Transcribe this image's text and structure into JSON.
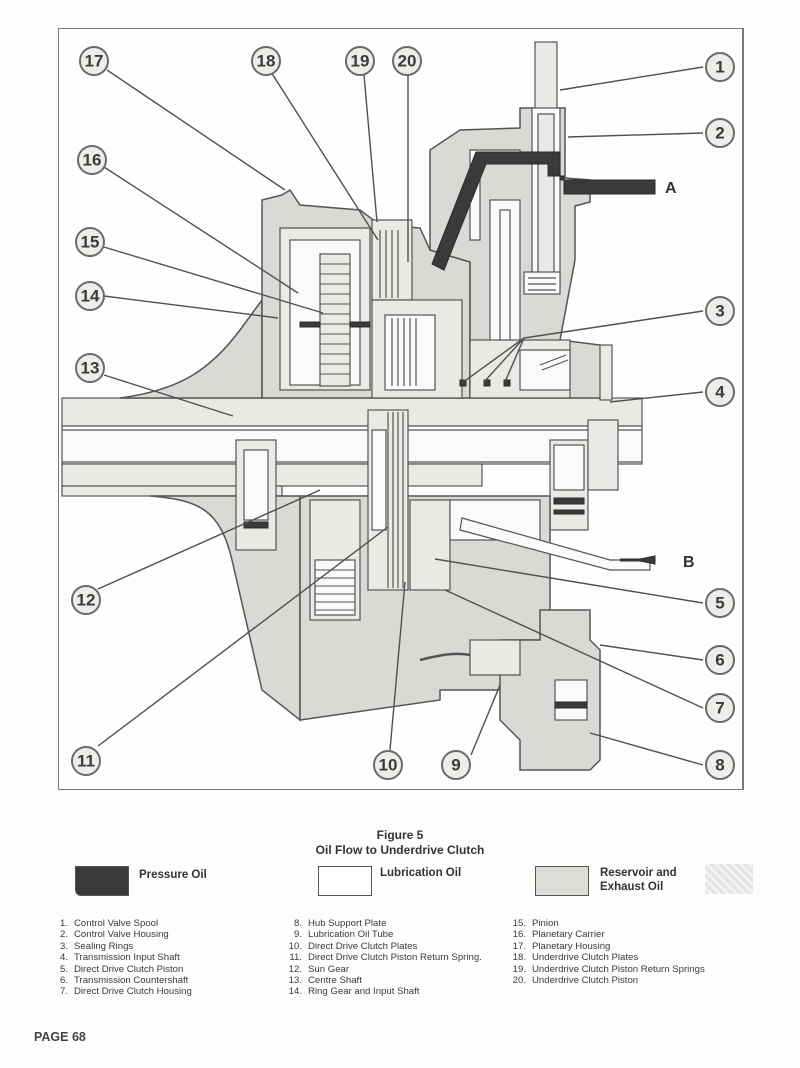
{
  "figure": {
    "number_label": "Figure 5",
    "title": "Oil Flow to Underdrive Clutch",
    "flow_markers": [
      {
        "id": "A",
        "label": "A",
        "oil_type": "Pressure Oil"
      },
      {
        "id": "B",
        "label": "B",
        "oil_type": "Lubrication Oil"
      }
    ],
    "callouts": [
      "1",
      "2",
      "3",
      "4",
      "5",
      "6",
      "7",
      "8",
      "9",
      "10",
      "11",
      "12",
      "13",
      "14",
      "15",
      "16",
      "17",
      "18",
      "19",
      "20"
    ]
  },
  "legend": {
    "items": [
      {
        "label": "Pressure Oil",
        "color": "#3a3a3a"
      },
      {
        "label": "Lubrication Oil",
        "color": "#ffffff"
      },
      {
        "label_line1": "Reservoir and",
        "label_line2": "Exhaust Oil",
        "color": "#dcdcd9"
      }
    ]
  },
  "parts": {
    "column1": [
      {
        "num": "1.",
        "name": "Control Valve Spool"
      },
      {
        "num": "2.",
        "name": "Control Valve Housing"
      },
      {
        "num": "3.",
        "name": "Sealing Rings"
      },
      {
        "num": "4.",
        "name": "Transmission Input Shaft"
      },
      {
        "num": "5.",
        "name": "Direct Drive Clutch Piston"
      },
      {
        "num": "6.",
        "name": "Transmission Countershaft"
      },
      {
        "num": "7.",
        "name": "Direct Drive Clutch Housing"
      }
    ],
    "column2": [
      {
        "num": "8.",
        "name": "Hub Support Plate"
      },
      {
        "num": "9.",
        "name": "Lubrication Oil Tube"
      },
      {
        "num": "10.",
        "name": "Direct Drive Clutch Plates"
      },
      {
        "num": "11.",
        "name": "Direct Drive Clutch Piston Return Spring."
      },
      {
        "num": "12.",
        "name": "Sun Gear"
      },
      {
        "num": "13.",
        "name": "Centre Shaft"
      },
      {
        "num": "14.",
        "name": "Ring Gear and Input Shaft"
      }
    ],
    "column3": [
      {
        "num": "15.",
        "name": "Pinion"
      },
      {
        "num": "16.",
        "name": "Planetary Carrier"
      },
      {
        "num": "17.",
        "name": "Planetary Housing"
      },
      {
        "num": "18.",
        "name": "Underdrive Clutch Plates"
      },
      {
        "num": "19.",
        "name": "Underdrive Clutch Piston Return Springs"
      },
      {
        "num": "20.",
        "name": "Underdrive Clutch Piston"
      }
    ]
  },
  "page": {
    "label": "PAGE 68"
  }
}
